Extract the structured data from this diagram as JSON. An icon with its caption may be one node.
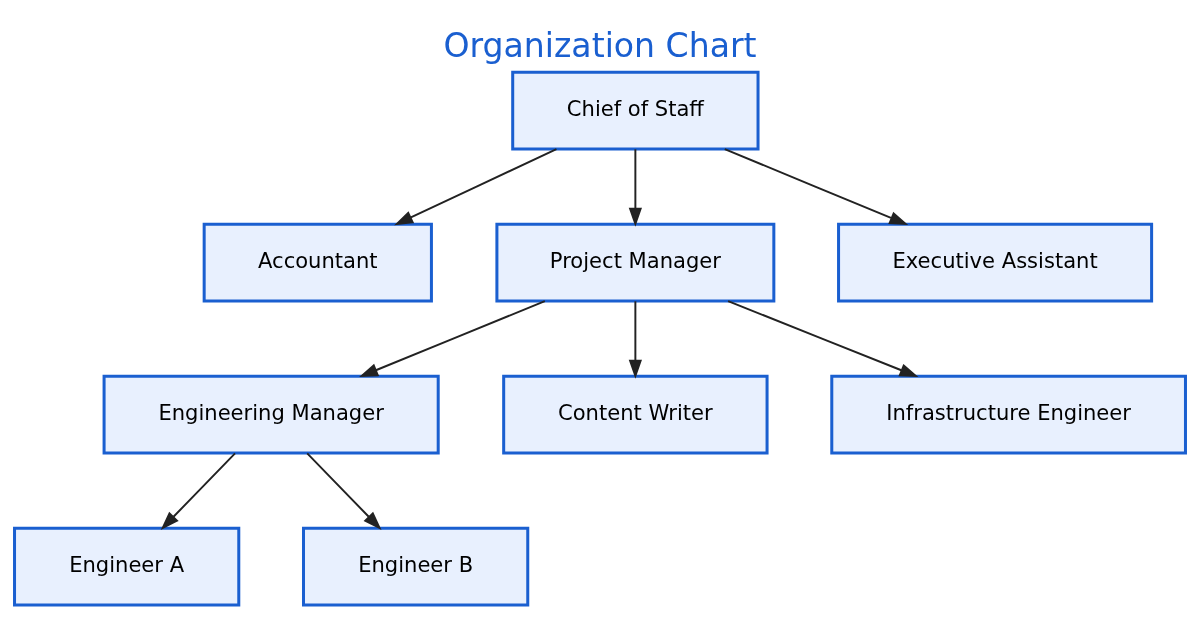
{
  "diagram": {
    "title": "Organization Chart",
    "nodes": [
      {
        "text": [
          "Chief of Staff"
        ]
      },
      {
        "text": [
          "Accountant"
        ]
      },
      {
        "text": [
          "Project Manager"
        ]
      },
      {
        "text": [
          "Executive Assistant"
        ]
      },
      {
        "text": [
          "Engineering Manager"
        ]
      },
      {
        "text": [
          "Content Writer"
        ]
      },
      {
        "text": [
          "Infrastructure Engineer"
        ]
      },
      {
        "text": [
          "Engineer A"
        ]
      },
      {
        "text": [
          "Engineer B"
        ]
      }
    ],
    "edges": [
      {
        "from": 0,
        "to": 1,
        "arrow": "to"
      },
      {
        "from": 0,
        "to": 2,
        "arrow": "to"
      },
      {
        "from": 0,
        "to": 3,
        "arrow": "to"
      },
      {
        "from": 2,
        "to": 4,
        "arrow": "to"
      },
      {
        "from": 2,
        "to": 5,
        "arrow": "to"
      },
      {
        "from": 2,
        "to": 6,
        "arrow": "to"
      },
      {
        "from": 4,
        "to": 7,
        "arrow": "to"
      },
      {
        "from": 4,
        "to": 8,
        "arrow": "to"
      }
    ]
  }
}
